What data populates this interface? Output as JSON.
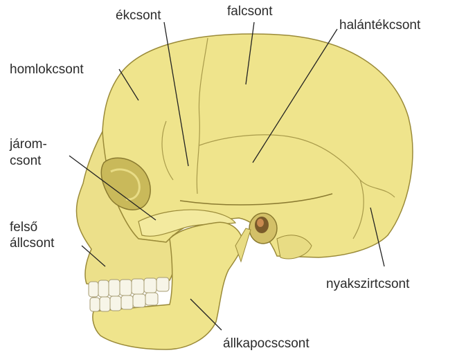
{
  "labels": {
    "ekcsont": "ékcsont",
    "falcsont": "falcsont",
    "halantekcsont": "halántékcsont",
    "homlokcsont": "homlokcsont",
    "jarom_line1": "járom-",
    "jarom_line2": "csont",
    "felso_line1": "felső",
    "felso_line2": "állcsont",
    "nyakszirtcsont": "nyakszirtcsont",
    "allkapocscsont": "állkapocscsont"
  },
  "colors": {
    "bone": "#efe48c",
    "bone_shadow": "#d8c860",
    "bone_light": "#f8f1b8",
    "outline": "#9a8a38",
    "suture": "#a89a4a",
    "teeth": "#f7f5e8",
    "leader": "#222222"
  }
}
